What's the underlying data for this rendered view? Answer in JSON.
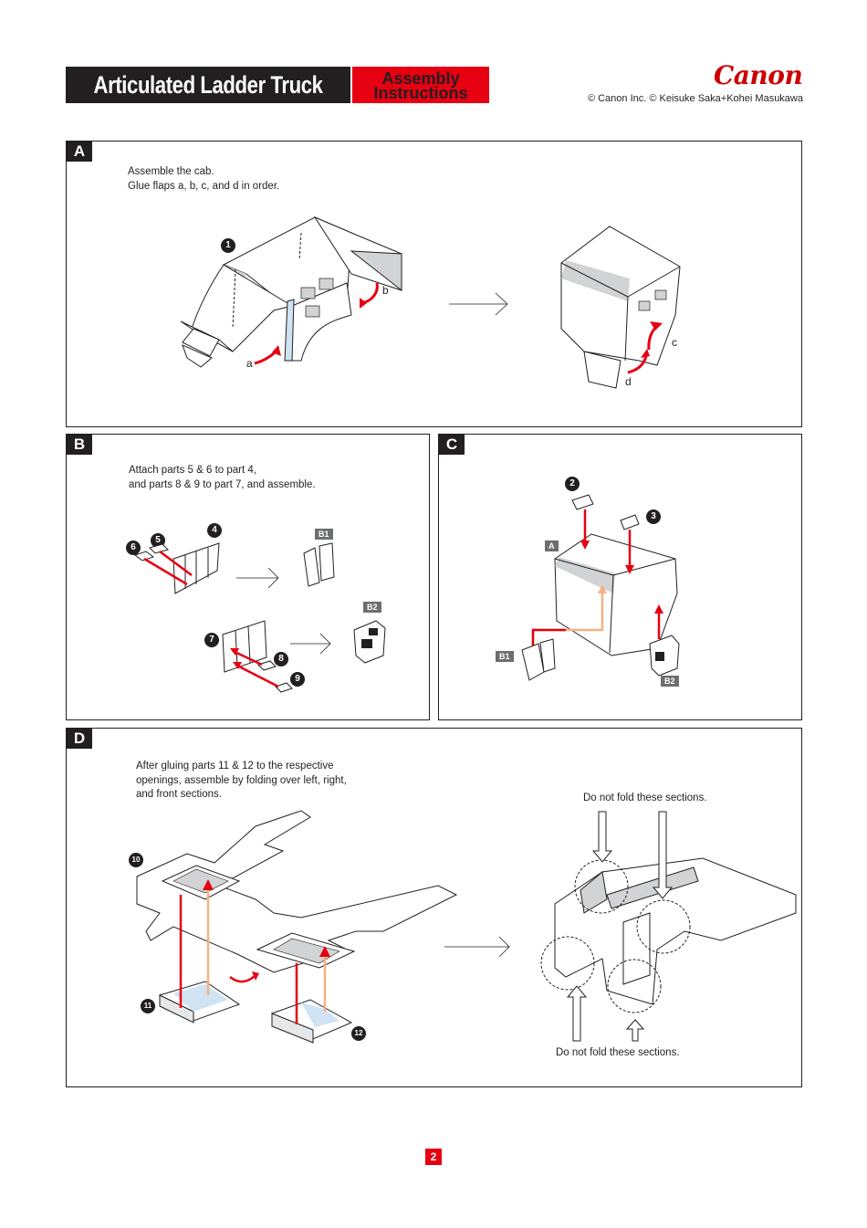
{
  "header": {
    "title": "Articulated Ladder Truck",
    "subtitle_line1": "Assembly",
    "subtitle_line2": "Instructions",
    "logo": "Canon",
    "copyright": "© Canon Inc. © Keisuke Saka+Kohei Masukawa"
  },
  "sections": {
    "a": {
      "badge": "A",
      "text_line1": "Assemble the cab.",
      "text_line2": "Glue flaps a, b, c, and d in order.",
      "part_num": "1",
      "flaps": [
        "a",
        "b",
        "c",
        "d"
      ]
    },
    "b": {
      "badge": "B",
      "text_line1": "Attach parts 5 & 6 to part 4,",
      "text_line2": "and parts 8 & 9 to part 7, and assemble.",
      "nums": [
        "4",
        "5",
        "6",
        "7",
        "8",
        "9"
      ],
      "tags": [
        "B1",
        "B2"
      ]
    },
    "c": {
      "badge": "C",
      "nums": [
        "2",
        "3"
      ],
      "tags": [
        "A",
        "B1",
        "B2"
      ]
    },
    "d": {
      "badge": "D",
      "text_line1": "After gluing parts 11 & 12 to the respective",
      "text_line2": "openings, assemble by folding over left, right,",
      "text_line3": "and front sections.",
      "note_top": "Do not fold these sections.",
      "note_bottom": "Do not fold these sections.",
      "nums": [
        "10",
        "11",
        "12"
      ]
    }
  },
  "footer": {
    "page": "2"
  },
  "colors": {
    "accent": "#e60012",
    "dark": "#231f20",
    "gray": "#d1d3d4"
  }
}
